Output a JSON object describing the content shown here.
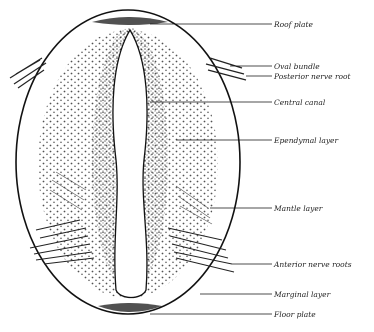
{
  "labels": {
    "roof_plate": "Roof plate",
    "oval_bundle": "Oval bundle",
    "posterior_nerve_root": "Posterior nerve root",
    "central_canal": "Central canal",
    "ependymal_layer": "Ependymal layer",
    "mantle_layer": "Mantle layer",
    "anterior_nerve_roots": "Anterior nerve roots",
    "marginal_layer": "Marginal layer",
    "floor_plate": "Floor plate"
  },
  "colors": {
    "ink": "#222222",
    "background": "#ffffff"
  }
}
